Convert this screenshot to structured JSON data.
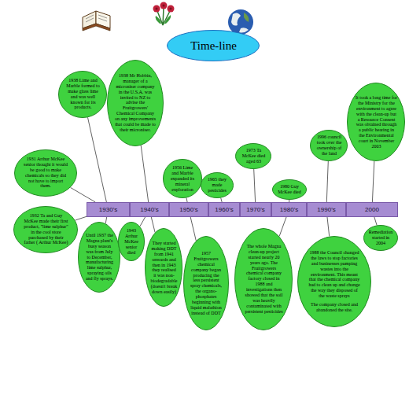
{
  "diagram": {
    "nodes": [
      {
        "text": [
          "Time-line"
        ]
      },
      {
        "text": [
          "1931 Arthur McKee senior thought it would be good to make chemicals so they did not have to import them."
        ]
      },
      {
        "text": [
          "1938 Lime and Marble formed to make glass lime and was well known for its products."
        ]
      },
      {
        "text": [
          "1938 Mr Hobbin, manager of a microniser company in the U.S.A. was invited to NZ to advise the Fruitgrowers' Chemical Company on any improvements that could be made to their microniser."
        ]
      },
      {
        "text": [
          "1956 Lime and Marble expanded its mineral exploration"
        ]
      },
      {
        "text": [
          "1965 they made pesticides"
        ]
      },
      {
        "text": [
          "1973 Ta McKee died aged 63"
        ]
      },
      {
        "text": [
          "1980 Guy McKee died"
        ]
      },
      {
        "text": [
          "1996 council took over the ownership of the land"
        ]
      },
      {
        "text": [
          "It took a long time for the Ministry for the environment to agree with the clean-up but a Resource Consent was obtained through a public hearing in the Environmental court in November 2003"
        ]
      },
      {
        "text": [
          "1930's"
        ]
      },
      {
        "text": [
          "1940's"
        ]
      },
      {
        "text": [
          "1950's"
        ]
      },
      {
        "text": [
          "1960's"
        ]
      },
      {
        "text": [
          "1970's"
        ]
      },
      {
        "text": [
          "1980's"
        ]
      },
      {
        "text": [
          "1990's"
        ]
      },
      {
        "text": [
          "2000"
        ]
      },
      {
        "text": [
          "1932 Ta and Guy McKee made their first product, \"lime sulphur\" in the cool store purchased by their father ( Arthur McKee)"
        ]
      },
      {
        "text": [
          "Until 1937 the Magna plant's busy season was from July to December, manufacturing lime sulphur, spraying oils and fly sprays."
        ]
      },
      {
        "text": [
          "1943 Arthur McKee senior died"
        ]
      },
      {
        "text": [
          "They started making DDT from 1941 onwards and then in 1943 they realised it was non-biodegradable (doesn't break down easily)"
        ]
      },
      {
        "text": [
          "1957 Fruitgrowers chemical company began producing the less persistent spray chemicals, the organo-phosphates beginning with liquid malathion instead of DDT"
        ]
      },
      {
        "text": [
          "The whole Magna clean-up project started nearly 20 years ago. The Fruitgrowers chemical company factory closed in 1988 and investigations then showed that the soil was heavily contaminated with persistent pesticides"
        ]
      },
      {
        "text": [
          "1988 the Council changed the laws to stop factories and businesses pumping wastes into the environment. This meant that the chemical company had to clean up and change the way they disposed of the waste sprays",
          "The company closed and abandoned the site."
        ]
      },
      {
        "text": [
          "Remediation started in 2004"
        ]
      }
    ],
    "edges": [
      {
        "from": 1,
        "to": 10,
        "arrow": "none"
      },
      {
        "from": 2,
        "to": 10,
        "arrow": "none"
      },
      {
        "from": 3,
        "to": 11,
        "arrow": "none"
      },
      {
        "from": 4,
        "to": 12,
        "arrow": "none"
      },
      {
        "from": 5,
        "to": 13,
        "arrow": "none"
      },
      {
        "from": 6,
        "to": 14,
        "arrow": "none"
      },
      {
        "from": 7,
        "to": 15,
        "arrow": "none"
      },
      {
        "from": 8,
        "to": 16,
        "arrow": "none"
      },
      {
        "from": 9,
        "to": 17,
        "arrow": "none"
      },
      {
        "from": 18,
        "to": 10,
        "arrow": "none"
      },
      {
        "from": 19,
        "to": 10,
        "arrow": "none"
      },
      {
        "from": 20,
        "to": 11,
        "arrow": "none"
      },
      {
        "from": 21,
        "to": 11,
        "arrow": "none"
      },
      {
        "from": 22,
        "to": 12,
        "arrow": "none"
      },
      {
        "from": 23,
        "to": 15,
        "arrow": "none"
      },
      {
        "from": 24,
        "to": 16,
        "arrow": "none"
      },
      {
        "from": 25,
        "to": 17,
        "arrow": "none"
      }
    ]
  }
}
